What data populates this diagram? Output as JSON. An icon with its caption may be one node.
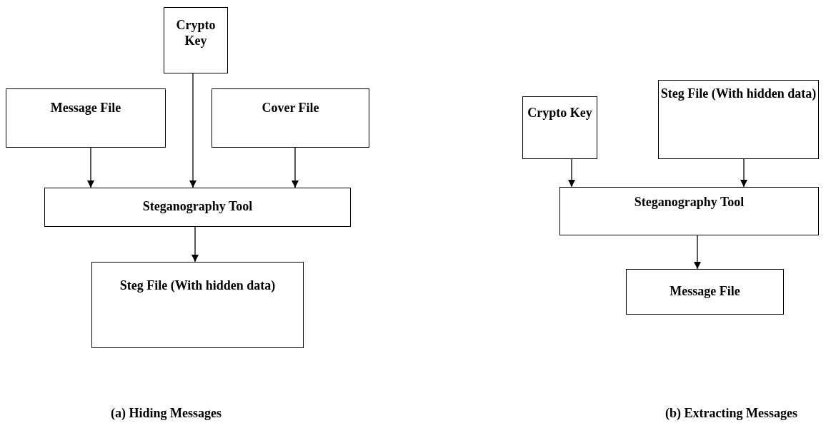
{
  "diagram": {
    "nodes": [
      {
        "text": [
          "Crypto Key"
        ]
      },
      {
        "text": [
          "Message File"
        ]
      },
      {
        "text": [
          "Cover File"
        ]
      },
      {
        "text": [
          "Steganography Tool"
        ]
      },
      {
        "text": [
          "Steg File (With hidden data)"
        ]
      },
      {
        "text": [
          "Crypto Key"
        ]
      },
      {
        "text": [
          "Steg File (With hidden data)"
        ]
      },
      {
        "text": [
          "Steganography Tool"
        ]
      },
      {
        "text": [
          "Message File"
        ]
      }
    ],
    "edges": [
      {
        "from": 1,
        "to": 3,
        "arrow": "to"
      },
      {
        "from": 0,
        "to": 3,
        "arrow": "to"
      },
      {
        "from": 2,
        "to": 3,
        "arrow": "to"
      },
      {
        "from": 3,
        "to": 4,
        "arrow": "to"
      },
      {
        "from": 5,
        "to": 7,
        "arrow": "to"
      },
      {
        "from": 6,
        "to": 7,
        "arrow": "to"
      },
      {
        "from": 7,
        "to": 8,
        "arrow": "to"
      }
    ],
    "labels": [
      "(a) Hiding Messages",
      "(b) Extracting Messages"
    ]
  }
}
